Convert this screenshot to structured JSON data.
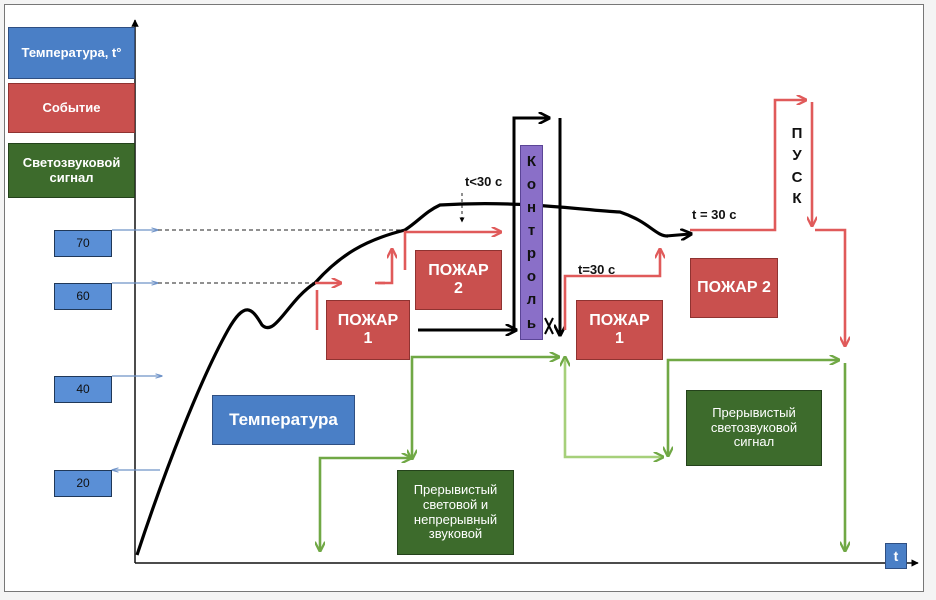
{
  "legend": {
    "temperature": "Температура, t°",
    "event": "Событие",
    "signal": "Светозвуковой сигнал"
  },
  "ticks": [
    "70",
    "60",
    "40",
    "20"
  ],
  "axis_label": "t",
  "curve_label": "Температура",
  "events": {
    "fire1_a": "ПОЖАР 1",
    "fire2_a": "ПОЖАР 2",
    "fire1_b": "ПОЖАР 1",
    "fire2_b": "ПОЖАР 2"
  },
  "control": [
    "К",
    "о",
    "н",
    "т",
    "р",
    "о",
    "л",
    "ь"
  ],
  "launch": [
    "П",
    "У",
    "С",
    "К"
  ],
  "time_labels": {
    "t_lt30": "t<30 с",
    "t_eq30_a": "t=30 с",
    "t_eq30_b": "t = 30 с"
  },
  "signals": {
    "light_continuous_sound": "Прерывистый световой и непрерывный звуковой",
    "intermittent": "Прерывистый светозвуковой сигнал"
  },
  "colors": {
    "blue": "#4a7fc6",
    "red": "#c9504e",
    "green": "#3d6b2c",
    "red_arrow": "#e05a5a",
    "green_arrow": "#70a845",
    "purple": "#8a6fc8"
  }
}
